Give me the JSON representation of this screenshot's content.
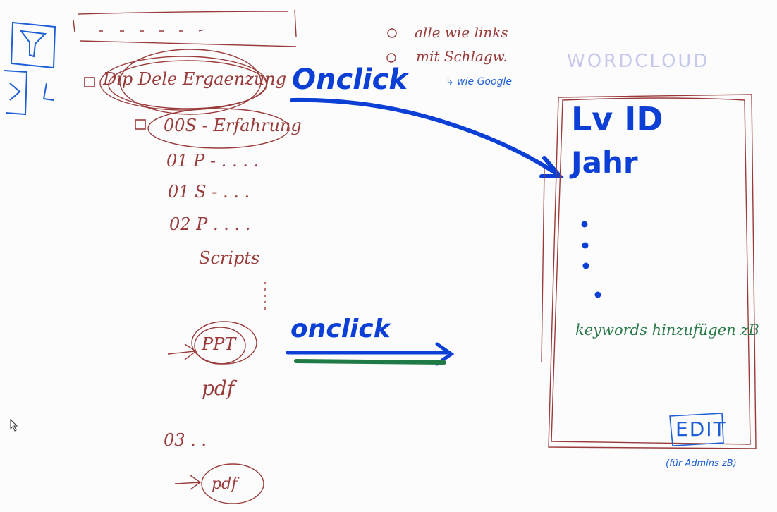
{
  "tree": {
    "item_1": "Dip Dele Ergaenzung",
    "item_2": "00S - Erfahrung",
    "item_3": "01 P - . . . .",
    "item_4": "01 S - . . .",
    "item_5": "02 P . . . .",
    "item_6": "Scripts",
    "item_7": "PPT",
    "item_8": "pdf",
    "item_9": "03 . .",
    "item_10": "pdf"
  },
  "search_options": {
    "option_1": "alle wie links",
    "option_2": "mit Schlagw.",
    "note": "↳ wie Google"
  },
  "wordcloud": "WORDCLOUD",
  "arrows": {
    "top_label": "Onclick",
    "bottom_label": "onclick"
  },
  "panel": {
    "line_1": "Lv ID",
    "line_2": "Jahr",
    "keywords": "keywords hinzufügen zB",
    "edit_button": "EDIT",
    "edit_note": "(für Admins zB)"
  },
  "colors": {
    "tree": "#9a3b3b",
    "blue": "#0b3fd6",
    "green": "#1f7a45",
    "ghost": "#c7c9ec"
  }
}
